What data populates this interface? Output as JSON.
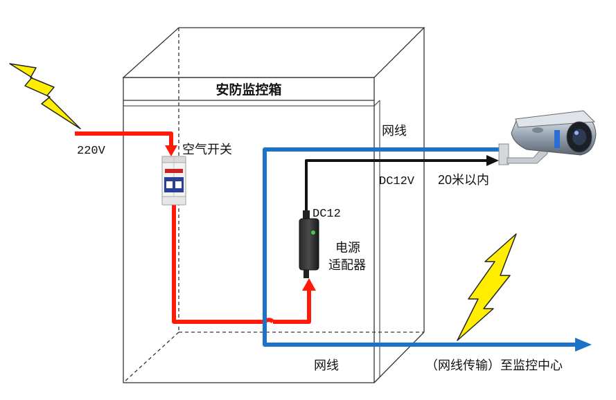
{
  "diagram": {
    "box_title": "安防监控箱",
    "labels": {
      "power_in": "220V",
      "air_switch": "空气开关",
      "network_top": "网线",
      "dc_out": "DC12V",
      "distance": "20米以内",
      "dc_adapter": "DC12",
      "adapter_line1": "电源",
      "adapter_line2": "适配器",
      "network_bottom": "网线",
      "to_center": "（网线传输）至监控中心"
    },
    "colors": {
      "power_line": "#ff1a0a",
      "network_line": "#1a73c8",
      "dc_line": "#111111",
      "lightning": "#ffee00"
    },
    "icons": [
      "lightning-icon",
      "air-switch-icon",
      "power-adapter-icon",
      "camera-icon"
    ]
  }
}
